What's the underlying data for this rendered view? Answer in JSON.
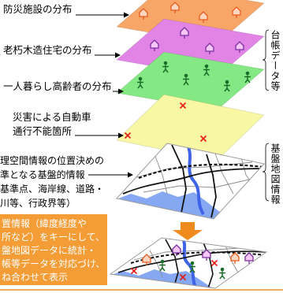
{
  "layer_labels": {
    "facilities": "防災施設の分布",
    "old_wooden_houses": "老朽木造住宅の分布",
    "elderly_alone": "一人暮らし高齢者の分布",
    "impassable_line1": "災害による自動車",
    "impassable_line2": "通行不能箇所"
  },
  "base_info": {
    "lines": [
      "理空間情報の位置決めの",
      "準となる基盤的情報",
      "基準点、海岸線、道路・",
      "川等、行政界等）"
    ]
  },
  "side_labels": {
    "ledger_data": "台帳データ等",
    "base_map_info": "基盤地図情報"
  },
  "overlay_note": {
    "lines": [
      "置情報（緯度経度や",
      "所など）をキーにして、",
      "盤地図データに統計・",
      "帳等データを対応づけ、",
      "ね合わせて表示"
    ]
  },
  "colors": {
    "facilities_layer": "#f8a668",
    "houses_layer": "#e184e6",
    "elderly_layer": "#84e884",
    "impassable_layer": "#f8f7a4",
    "base_map": "#ffffff",
    "note_box": "#f49d37",
    "process_arrow": "#ef8a1f"
  },
  "icons": {
    "facility": "house-icon",
    "old_house": "house-icon",
    "elderly": "person-icon",
    "impassable": "x-mark-icon"
  }
}
